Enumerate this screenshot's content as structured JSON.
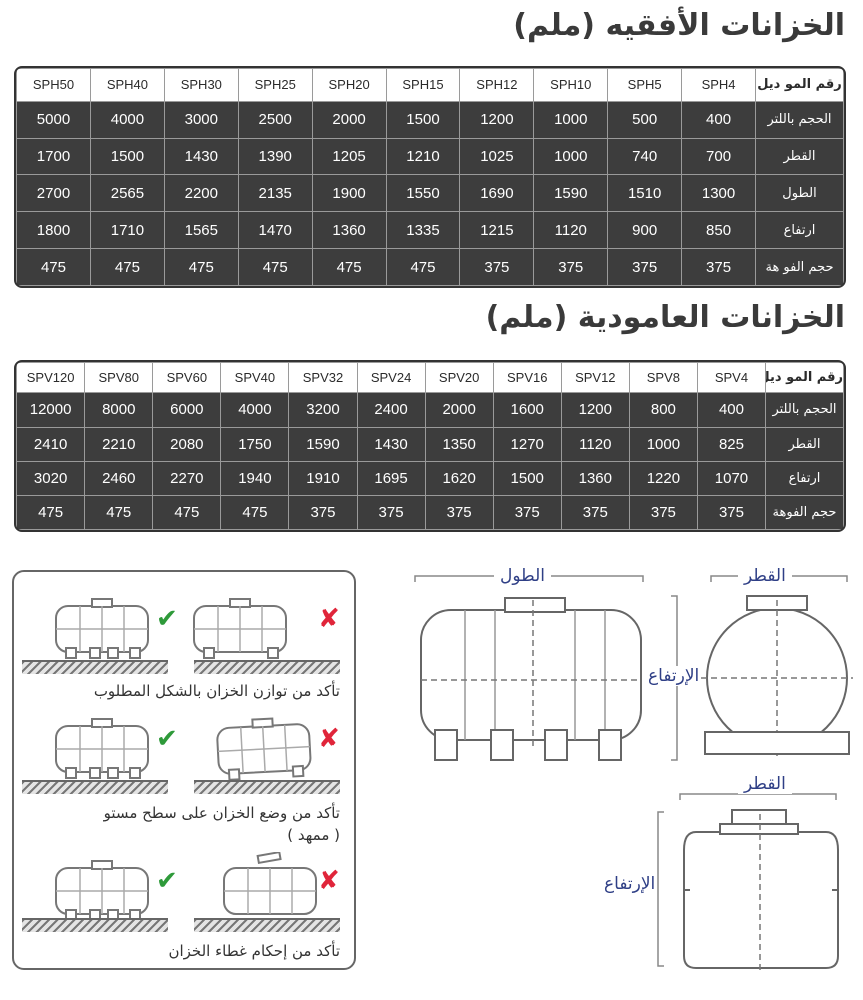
{
  "horizontal": {
    "title": "الخزانات الأفقيه (ملم)",
    "header_label": "رقم المو ديل",
    "models": [
      "SPH4",
      "SPH5",
      "SPH10",
      "SPH12",
      "SPH15",
      "SPH20",
      "SPH25",
      "SPH30",
      "SPH40",
      "SPH50"
    ],
    "rows": [
      {
        "label": "الحجم باللتر",
        "values": [
          "400",
          "500",
          "1000",
          "1200",
          "1500",
          "2000",
          "2500",
          "3000",
          "4000",
          "5000"
        ]
      },
      {
        "label": "القطر",
        "values": [
          "700",
          "740",
          "1000",
          "1025",
          "1210",
          "1205",
          "1390",
          "1430",
          "1500",
          "1700"
        ]
      },
      {
        "label": "الطول",
        "values": [
          "1300",
          "1510",
          "1590",
          "1690",
          "1550",
          "1900",
          "2135",
          "2200",
          "2565",
          "2700"
        ]
      },
      {
        "label": "ارتفاع",
        "values": [
          "850",
          "900",
          "1120",
          "1215",
          "1335",
          "1360",
          "1470",
          "1565",
          "1710",
          "1800"
        ]
      },
      {
        "label": "حجم الفو هة",
        "values": [
          "375",
          "375",
          "375",
          "375",
          "475",
          "475",
          "475",
          "475",
          "475",
          "475"
        ]
      }
    ]
  },
  "vertical": {
    "title": "الخزانات العامودية (ملم)",
    "header_label": "رقم المو ديل",
    "models": [
      "SPV4",
      "SPV8",
      "SPV12",
      "SPV16",
      "SPV20",
      "SPV24",
      "SPV32",
      "SPV40",
      "SPV60",
      "SPV80",
      "SPV120"
    ],
    "rows": [
      {
        "label": "الحجم باللتر",
        "values": [
          "400",
          "800",
          "1200",
          "1600",
          "2000",
          "2400",
          "3200",
          "4000",
          "6000",
          "8000",
          "12000"
        ]
      },
      {
        "label": "القطر",
        "values": [
          "825",
          "1000",
          "1120",
          "1270",
          "1350",
          "1430",
          "1590",
          "1750",
          "2080",
          "2210",
          "2410"
        ]
      },
      {
        "label": "ارتفاع",
        "values": [
          "1070",
          "1220",
          "1360",
          "1500",
          "1620",
          "1695",
          "1910",
          "1940",
          "2270",
          "2460",
          "3020"
        ]
      },
      {
        "label": "حجم الفوهة",
        "values": [
          "375",
          "375",
          "375",
          "375",
          "375",
          "375",
          "375",
          "475",
          "475",
          "475",
          "475"
        ]
      }
    ]
  },
  "instructions": {
    "tip1": "تأكد من توازن الخزان بالشكل المطلوب",
    "tip2_line1": "تأكد من وضع الخزان على سطح مستو",
    "tip2_line2": "( ممهد )",
    "tip3": "تأكد من إحكام غطاء الخزان",
    "ok_mark": "✔",
    "bad_mark": "✘"
  },
  "diagram": {
    "length_label": "الطول",
    "diameter_label": "القطر",
    "height_label": "الإرتفاع",
    "vertical_diameter_label": "القطر",
    "vertical_height_label": "الإرتفاع"
  },
  "colors": {
    "table_bg": "#3d3d3d",
    "diagram_label": "#2f3f86",
    "ok": "#2e9a3a",
    "bad": "#e0253a"
  }
}
